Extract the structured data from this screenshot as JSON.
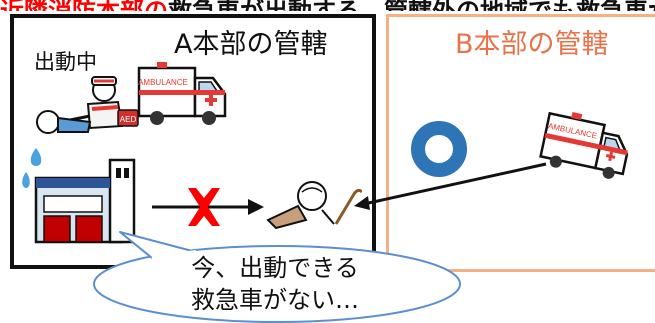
{
  "header_banner": {
    "highlight": "近隣消防本部の",
    "rest": "救急車が出動する…管轄外の地域でも救急車が出動"
  },
  "panel_a": {
    "title": "A本部の管轄",
    "status_label": "出動中",
    "ambulance_text": "AMBULANCE",
    "aed_text": "AED"
  },
  "panel_b": {
    "title": "B本部の管轄",
    "ambulance_text": "AMBULANCE"
  },
  "speech_bubble": {
    "line1": "今、出動できる",
    "line2": "救急車がない…"
  },
  "colors": {
    "cross": "#ff0000",
    "circle": "#2e75b6",
    "panel_b_border": "#f4b183",
    "panel_b_title": "#e8734a",
    "bubble_border": "#5b8fd0"
  }
}
